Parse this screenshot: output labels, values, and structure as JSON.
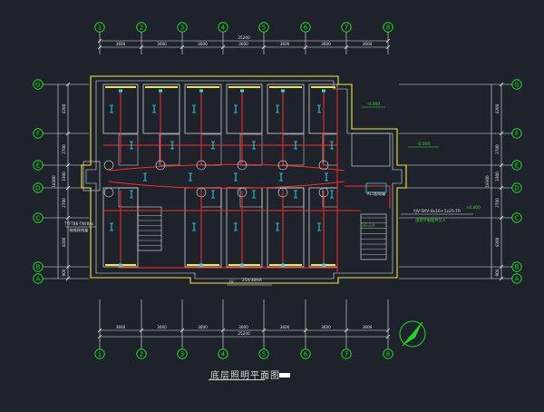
{
  "drawing": {
    "title": "底层照明平面图",
    "colors": {
      "background": "#1e232b",
      "axis_bubble": "#22d622",
      "dimension": "#e6e6e6",
      "wall_outer": "#f2e840",
      "wall_inner": "#e6e6e6",
      "wiring": "#ff2a2a",
      "fixture": "#27d7e0",
      "label": "#e0e0e0",
      "dim_green": "#3ad63a"
    }
  },
  "grid": {
    "columns": [
      "1",
      "2",
      "3",
      "4",
      "5",
      "6",
      "7",
      "8"
    ],
    "rows_left": [
      "G",
      "F",
      "E",
      "D",
      "C",
      "B",
      "A"
    ],
    "rows_right": [
      "G",
      "F",
      "E",
      "D",
      "C",
      "B",
      "A"
    ],
    "top_dims": [
      "3600",
      "3600",
      "3600",
      "3600",
      "3600",
      "3600",
      "3600"
    ],
    "top_total": "25200",
    "bottom_dims": [
      "3600",
      "3600",
      "3600",
      "3600",
      "3600",
      "3600",
      "3600"
    ],
    "bottom_total": "25200",
    "left_dims": [
      "4200",
      "2700",
      "3300",
      "2700",
      "4200",
      "900"
    ],
    "left_total": "18300",
    "right_dims": [
      "4200",
      "2700",
      "3300",
      "2700",
      "4200",
      "900"
    ],
    "right_total": "18300"
  },
  "annotations": {
    "level_top": "-0.000",
    "level_right": "-0.000",
    "level_mid": "±0.000",
    "panel_note": "AL1配电箱",
    "cable_spec": "YJV-5KV-4x16+1x25-FR",
    "cable_sub": "由室外电缆井引入",
    "left_note_1": "TYFT86-TW/8xx",
    "left_note_2": "暗装接线盒",
    "bottom_lv": "LV",
    "bottom_spec": "25A/30mA",
    "riser": "2G-2.8"
  }
}
